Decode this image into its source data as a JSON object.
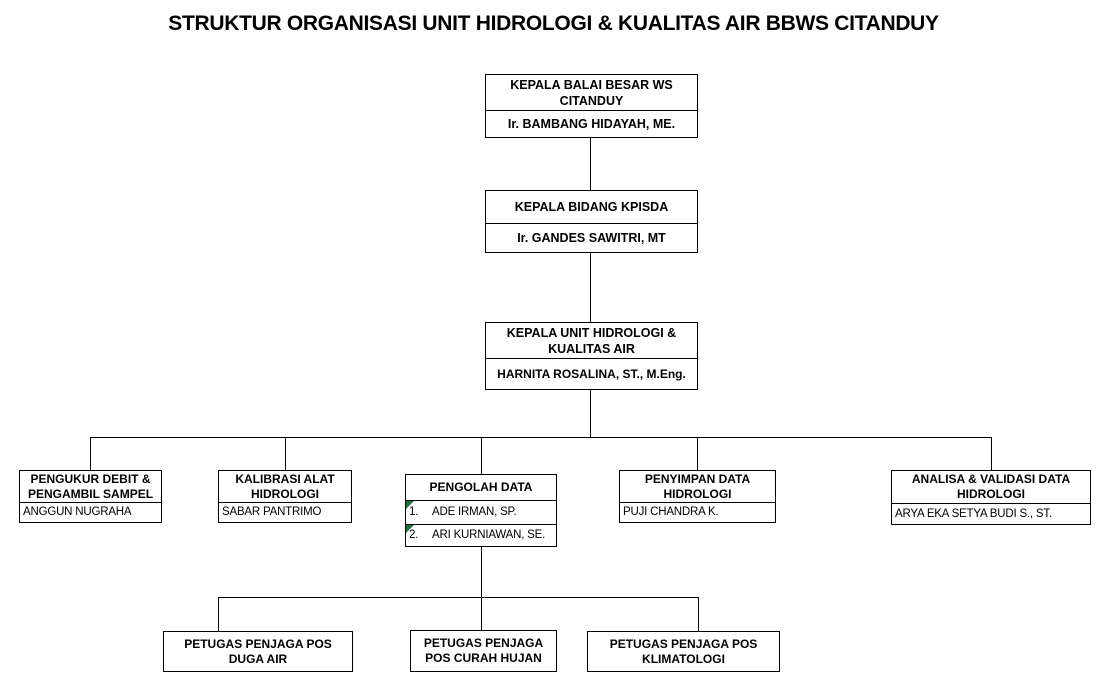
{
  "title": "STRUKTUR ORGANISASI UNIT HIDROLOGI & KUALITAS AIR BBWS CITANDUY",
  "org": {
    "level1": {
      "role": "KEPALA BALAI BESAR WS CITANDUY",
      "name": "Ir. BAMBANG HIDAYAH, ME."
    },
    "level2": {
      "role": "KEPALA BIDANG KPISDA",
      "name": "Ir. GANDES SAWITRI, MT"
    },
    "level3": {
      "role": "KEPALA UNIT HIDROLOGI & KUALITAS AIR",
      "name": "HARNITA ROSALINA, ST., M.Eng."
    },
    "units": [
      {
        "role": "PENGUKUR DEBIT & PENGAMBIL SAMPEL",
        "name": "ANGGUN NUGRAHA"
      },
      {
        "role": "KALIBRASI ALAT HIDROLOGI",
        "name": "SABAR PANTRIMO"
      },
      {
        "role": "PENGOLAH DATA",
        "members": [
          {
            "no": "1.",
            "name": "ADE IRMAN, SP."
          },
          {
            "no": "2.",
            "name": "ARI KURNIAWAN, SE."
          }
        ]
      },
      {
        "role": "PENYIMPAN DATA HIDROLOGI",
        "name": "PUJI CHANDRA K."
      },
      {
        "role": "ANALISA & VALIDASI DATA HIDROLOGI",
        "name": "ARYA EKA SETYA BUDI S., ST."
      }
    ],
    "field_posts": [
      {
        "role": "PETUGAS PENJAGA POS DUGA AIR"
      },
      {
        "role": "PETUGAS PENJAGA POS CURAH HUJAN"
      },
      {
        "role": "PETUGAS PENJAGA POS KLIMATOLOGI"
      }
    ]
  },
  "colors": {
    "line": "#000000",
    "marker_green": "#1F7246",
    "background": "#FFFFFF",
    "text": "#000000"
  }
}
